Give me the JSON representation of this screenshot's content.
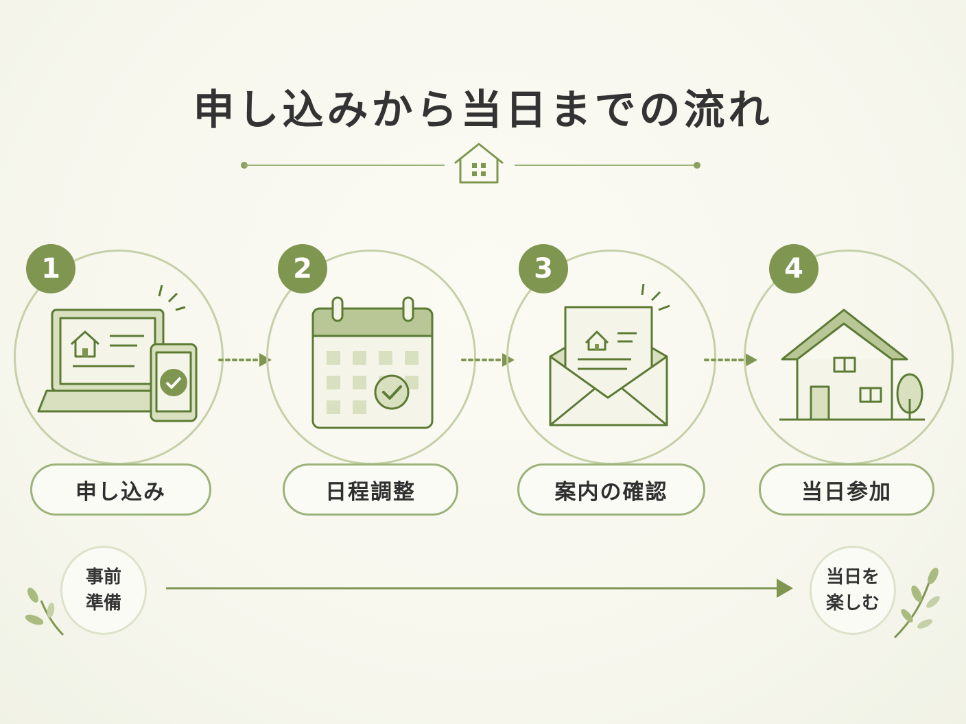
{
  "title": "申し込みから当日までの流れ",
  "colors": {
    "accent": "#7e9650",
    "accent_light": "#c5d0a8",
    "fill_light": "#d8e0bf",
    "line": "#5c7a34",
    "text": "#333333"
  },
  "steps": [
    {
      "number": "1",
      "label": "申し込み",
      "icon": "laptop-phone-check-icon"
    },
    {
      "number": "2",
      "label": "日程調整",
      "icon": "calendar-check-icon"
    },
    {
      "number": "3",
      "label": "案内の確認",
      "icon": "envelope-letter-icon"
    },
    {
      "number": "4",
      "label": "当日参加",
      "icon": "house-tree-icon"
    }
  ],
  "timeline": {
    "start": {
      "line1": "事前",
      "line2": "準備"
    },
    "end": {
      "line1": "当日を",
      "line2": "楽しむ"
    }
  },
  "icons": {
    "header": "house-icon",
    "leaves": "leaf-sprig-icon",
    "arrows": "dotted-arrow-icon"
  }
}
